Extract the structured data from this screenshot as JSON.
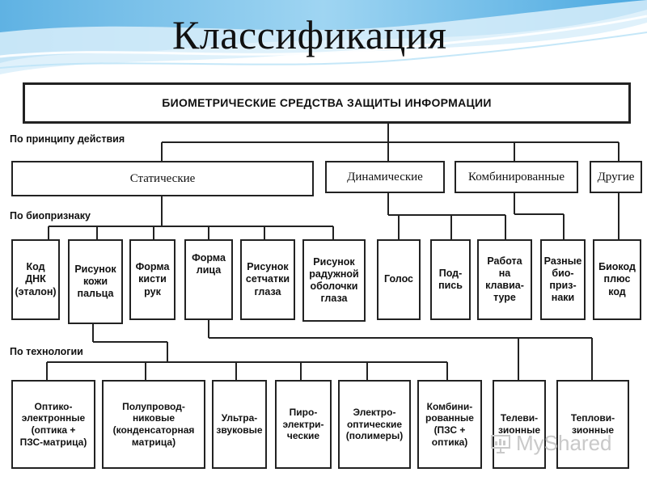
{
  "slide": {
    "title": "Классификация"
  },
  "root": "БИОМЕТРИЧЕСКИЕ СРЕДСТВА ЗАЩИТЫ ИНФОРМАЦИИ",
  "sections": {
    "principle": "По принципу действия",
    "bio": "По биопризнаку",
    "tech": "По технологии"
  },
  "categories": [
    "Статические",
    "Динамические",
    "Комбинированные",
    "Другие"
  ],
  "biometrics": [
    [
      "Код",
      "ДНК",
      "(эталон)"
    ],
    [
      "Рисунок",
      "кожи",
      "пальца"
    ],
    [
      "Форма",
      "кисти",
      "рук"
    ],
    [
      "Форма",
      "лица"
    ],
    [
      "Рисунок",
      "сетчатки",
      "глаза"
    ],
    [
      "Рисунок",
      "радужной",
      "оболочки",
      "глаза"
    ],
    [
      "Голос"
    ],
    [
      "Под-",
      "пись"
    ],
    [
      "Работа",
      "на",
      "клавиа-",
      "туре"
    ],
    [
      "Разные",
      "био-",
      "приз-",
      "наки"
    ],
    [
      "Биокод",
      "плюс",
      "код"
    ]
  ],
  "technologies": [
    [
      "Оптико-",
      "электронные",
      "(оптика +",
      "ПЗС-матрица)"
    ],
    [
      "Полупровод-",
      "никовые",
      "(конденсаторная",
      "матрица)"
    ],
    [
      "Ультра-",
      "звуковые"
    ],
    [
      "Пиро-",
      "электри-",
      "ческие"
    ],
    [
      "Электро-",
      "оптические",
      "(полимеры)"
    ],
    [
      "Комбини-",
      "рованные",
      "(ПЗС +",
      "оптика)"
    ],
    [
      "Телеви-",
      "зионные"
    ],
    [
      "Теплови-",
      "зионные"
    ]
  ],
  "watermark": {
    "text": "MyShared",
    "icon": "presentation-board-icon"
  },
  "colors": {
    "header_blue": "#7fc3ea",
    "header_light": "#d9effa",
    "border": "#222222"
  }
}
